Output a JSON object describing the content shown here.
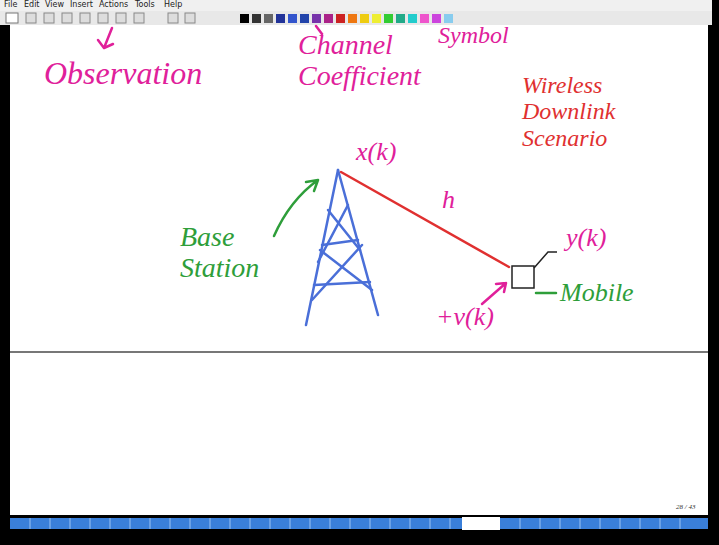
{
  "diagram": {
    "labels": [
      "File",
      "Edit",
      "View",
      "Insert",
      "Actions",
      "Tools",
      "Help",
      "Observation",
      "Channel Coefficient",
      "Symbol",
      "Wireless Downlink Scenario",
      "x(k)",
      "h",
      "y(k)",
      "Base Station",
      "Mobile",
      "+v(k)",
      "28 / 43"
    ]
  }
}
